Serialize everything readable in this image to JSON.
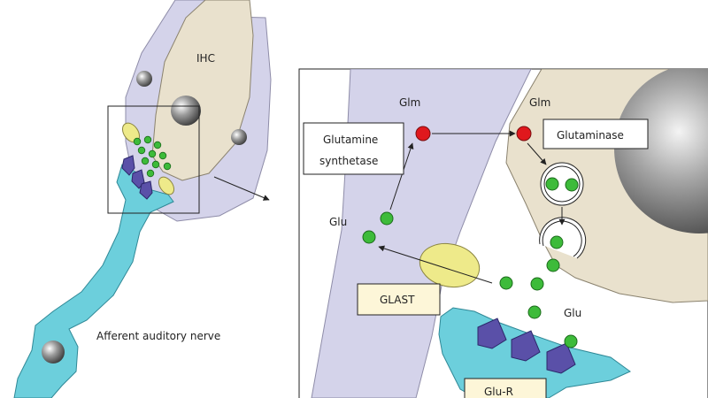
{
  "labels": {
    "ihc": "IHC",
    "afferent": "Afferent auditory nerve",
    "glm_left": "Glm",
    "glm_right": "Glm",
    "glu_left": "Glu",
    "glu_right": "Glu",
    "glutamine_synthetase_line1": "Glutamine",
    "glutamine_synthetase_line2": "synthetase",
    "glutaminase": "Glutaminase",
    "glast": "GLAST",
    "glu_r": "Glu-R"
  },
  "colors": {
    "supporting_cell": "#d4d3ea",
    "hair_cell": "#e9e1cd",
    "nerve": "#6ccfdc",
    "receptor": "#5a50a8",
    "glutamate": "#3dbb3a",
    "glutamine": "#e0181d",
    "glast": "#eeea8a",
    "label_box": "#fdf6d8"
  }
}
